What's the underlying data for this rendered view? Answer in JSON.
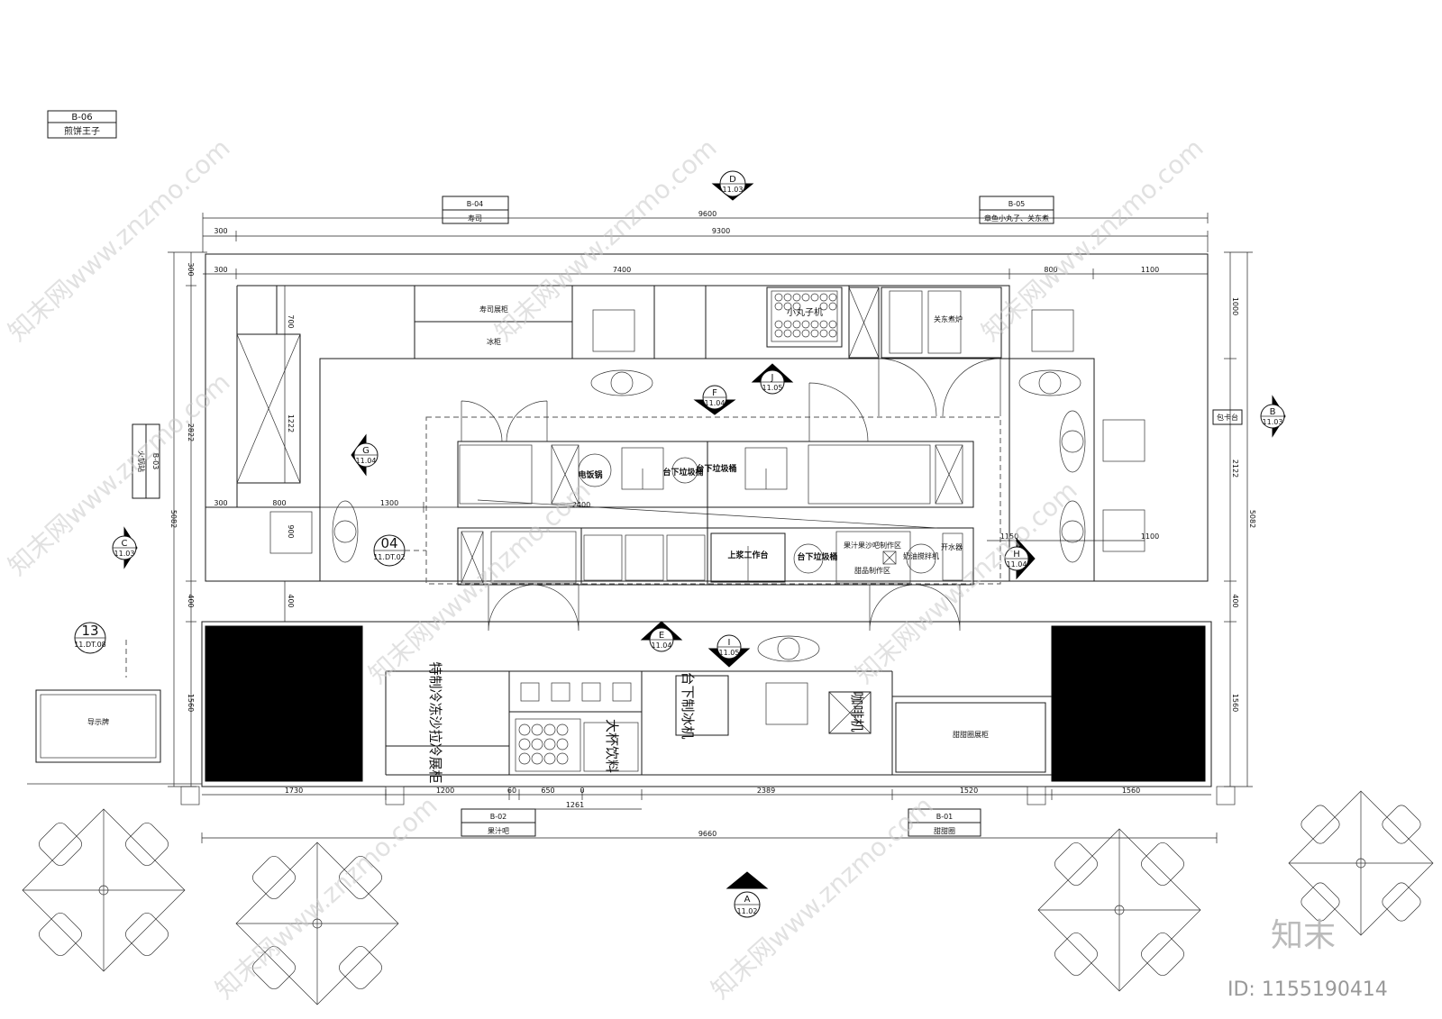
{
  "corner_label": {
    "code": "B-06",
    "name": "煎饼王子"
  },
  "zone_labels": {
    "b04": {
      "code": "B-04",
      "name": "寿司"
    },
    "b05": {
      "code": "B-05",
      "name": "章鱼小丸子、关东煮"
    },
    "b03": {
      "code": "B-03",
      "name": "火锅站"
    },
    "b02": {
      "code": "B-02",
      "name": "果汁吧"
    },
    "b01": {
      "code": "B-01",
      "name": "甜甜圈"
    }
  },
  "section_markers": {
    "D": {
      "letter": "D",
      "ref": "11.03"
    },
    "A": {
      "letter": "A",
      "ref": "11.02"
    },
    "B": {
      "letter": "B",
      "ref": "11.03"
    },
    "C": {
      "letter": "C",
      "ref": "11.03"
    },
    "F": {
      "letter": "F",
      "ref": "11.04"
    },
    "J": {
      "letter": "J",
      "ref": "11.05"
    },
    "G": {
      "letter": "G",
      "ref": "11.04"
    },
    "H": {
      "letter": "H",
      "ref": "11.04"
    },
    "E": {
      "letter": "E",
      "ref": "11.04"
    },
    "I": {
      "letter": "I",
      "ref": "11.05"
    }
  },
  "detail_markers": {
    "d04": {
      "num": "04",
      "ref": "11.DT.02"
    },
    "d13": {
      "num": "13",
      "ref": "11.DT.08"
    }
  },
  "dims": {
    "top_9600": "9600",
    "top_300": "300",
    "top_9300": "9300",
    "inner_300": "300",
    "inner_7400": "7400",
    "inner_800": "800",
    "inner_1100": "1100",
    "left_300": "300",
    "left_2822": "2822",
    "left_5082": "5082",
    "left_400": "400",
    "left_1560": "1560",
    "v700": "700",
    "v1222": "1222",
    "v900": "900",
    "v400": "400",
    "h300": "300",
    "h800": "800",
    "h1300": "1300",
    "h2400": "2400",
    "h1150": "1150",
    "h1100": "1100",
    "right_1000": "1000",
    "right_2122": "2122",
    "right_5082": "5082",
    "right_400": "400",
    "right_1560": "1560",
    "bot_1730": "1730",
    "bot_1200": "1200",
    "bot_60": "60",
    "bot_650": "650",
    "bot_0": "0",
    "bot_2389": "2389",
    "bot_1520": "1520",
    "bot_1560": "1560",
    "bot_1261": "1261",
    "bot_9660": "9660"
  },
  "equipment": {
    "sushi_display": "寿司展柜",
    "freezer": "冰柜",
    "takoyaki": "小丸子机",
    "oden": "关东煮炉",
    "rice_cooker": "电饭锅",
    "trash1": "台下垃圾桶",
    "trash2": "台下垃圾桶",
    "trash3": "台下垃圾桶",
    "work_table": "上浆工作台",
    "salad_area": "果汁果沙吧制作区",
    "icecream_area": "甜品制作区",
    "mixer": "奶油搅拌机",
    "boiler": "开水器",
    "card_counter": "包卡台",
    "cooler": "特制冷冻沙拉冷展柜",
    "drinks": "大杯饮料",
    "icemaker": "台下制冰机",
    "coffee": "咖啡机",
    "donut_display": "甜甜圈展柜",
    "guide_sign": "导示牌"
  },
  "watermark": {
    "text": "知末网www.znzmo.com",
    "brand": "知末",
    "id": "ID: 1155190414"
  }
}
